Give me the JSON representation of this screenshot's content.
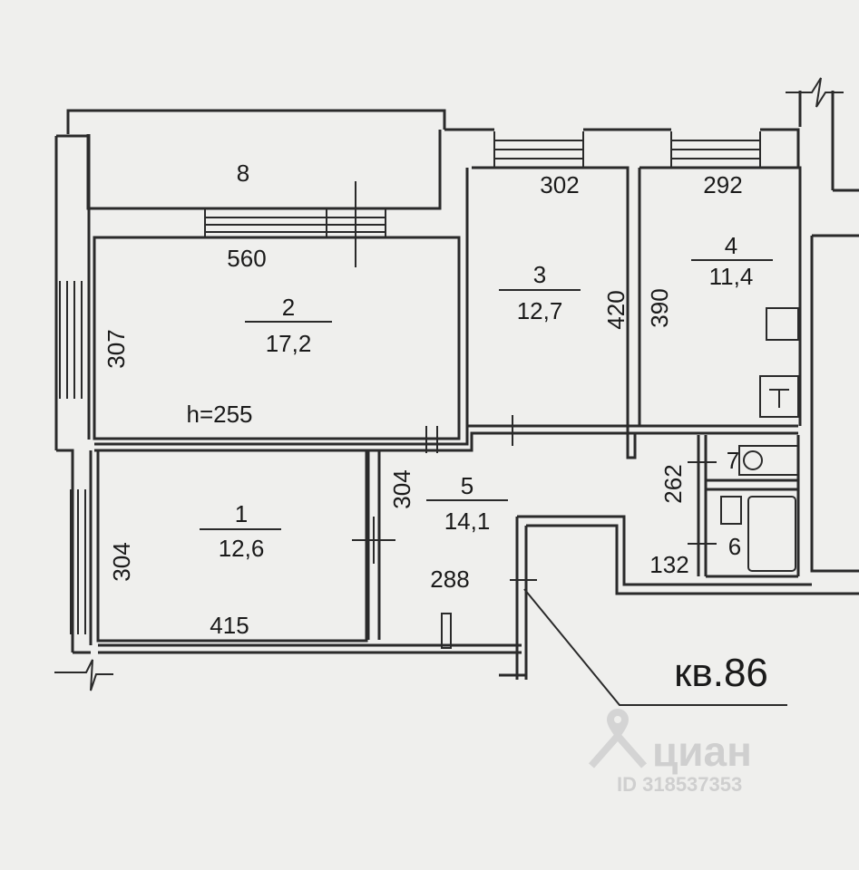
{
  "rooms": [
    {
      "number": "1",
      "area": "12,6"
    },
    {
      "number": "2",
      "area": "17,2"
    },
    {
      "number": "3",
      "area": "12,7"
    },
    {
      "number": "4",
      "area": "11,4"
    },
    {
      "number": "5",
      "area": "14,1"
    },
    {
      "number": "6"
    },
    {
      "number": "7"
    },
    {
      "number": "8"
    }
  ],
  "dimensions": {
    "room2_width": "560",
    "room2_height": "307",
    "ceiling_height": "h=255",
    "room3_width": "302",
    "room3_height": "420",
    "room4_width": "292",
    "room4_height": "390",
    "room1_width": "415",
    "room1_height": "304",
    "hall_height": "304",
    "hall_width": "288",
    "bath_height": "262",
    "bath_width": "132"
  },
  "apartment_label": "кв.86",
  "watermark": {
    "brand": "циан",
    "id": "ID 318537353"
  },
  "colors": {
    "background": "#efefed",
    "line": "#2a2a2a",
    "watermark": "#cfcfcf"
  }
}
